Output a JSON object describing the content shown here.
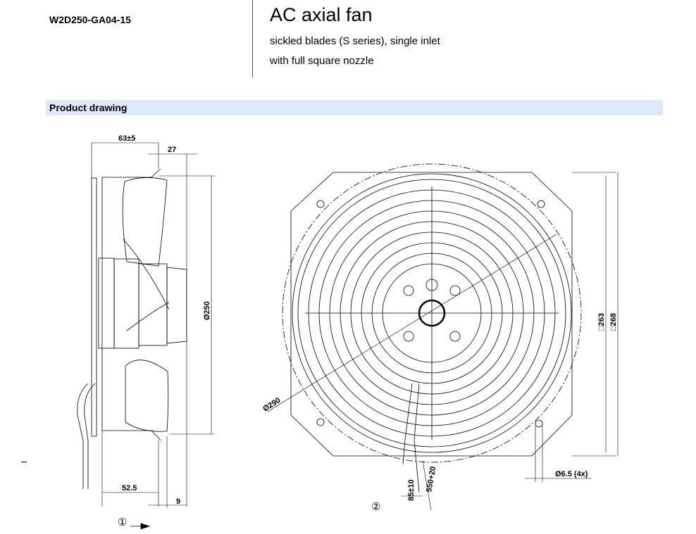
{
  "header": {
    "model": "W2D250-GA04-15",
    "title": "AC axial fan",
    "subtitle_line1": "sickled blades (S series), single inlet",
    "subtitle_line2": "with full square nozzle"
  },
  "section": {
    "title": "Product drawing"
  },
  "drawing": {
    "side_view": {
      "dim_depth": "63±5",
      "dim_27": "27",
      "dim_diameter": "Ø250",
      "dim_52_5": "52.5",
      "dim_9": "9",
      "airflow_marker": "①"
    },
    "front_view": {
      "dim_diameter_290": "Ø290",
      "dim_square_263": "□263",
      "dim_square_268": "□268",
      "dim_holes": "Ø6.5 (4x)",
      "dim_cable_85": "85±10",
      "dim_cable_550": "550+20",
      "cable_marker": "②"
    }
  }
}
